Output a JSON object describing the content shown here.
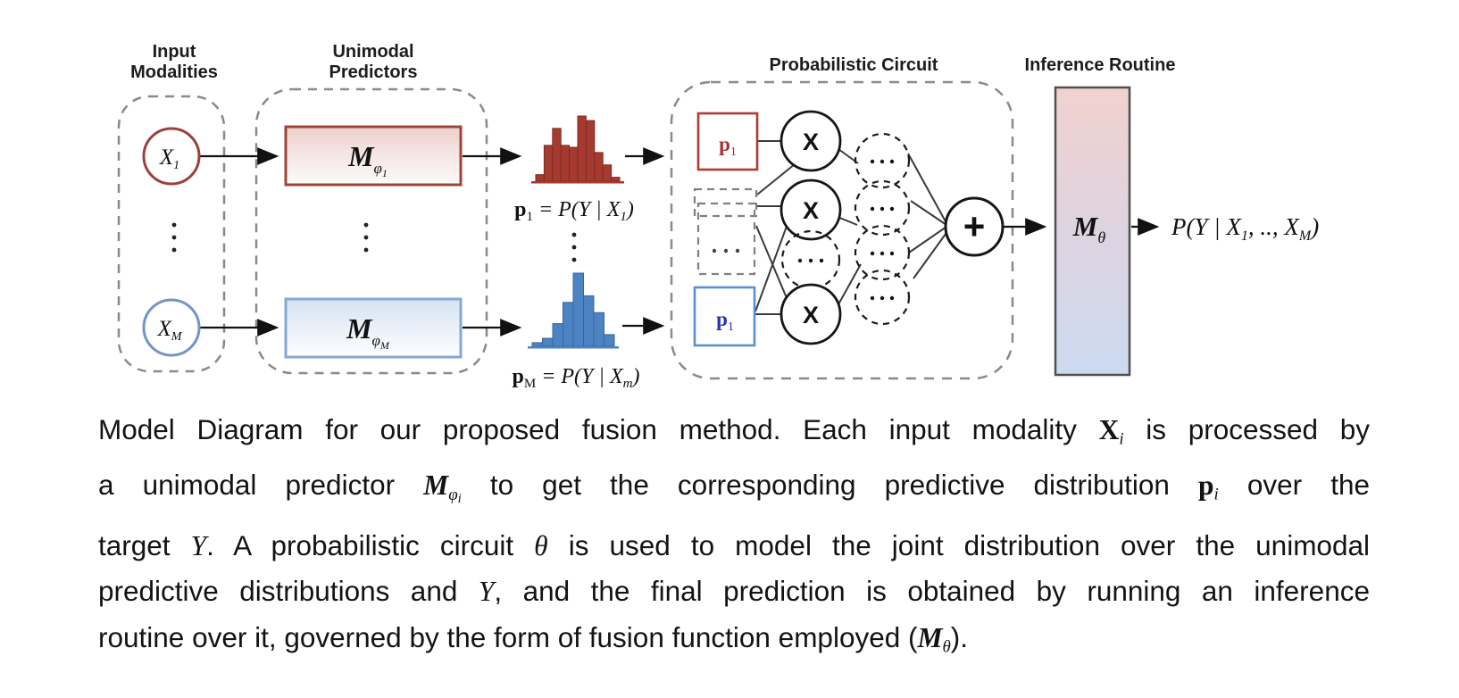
{
  "colors": {
    "red_accent": "#A03F35",
    "blue_accent": "#5A8FD0",
    "dashed_gray": "#8A8A8A"
  },
  "headers": {
    "input_modalities": [
      "Input",
      "Modalities"
    ],
    "unimodal_predictors": [
      "Unimodal",
      "Predictors"
    ],
    "probabilistic_circuit": "Probabilistic Circuit",
    "inference_routine": "Inference Routine"
  },
  "input_nodes": {
    "x1": {
      "main": "X",
      "sub": "1"
    },
    "dots": "⋮",
    "xm": {
      "main": "X",
      "sub": "M"
    }
  },
  "predictors": {
    "m1": {
      "main": "M",
      "sub": "φ",
      "subsub": "1"
    },
    "dots": "⋮",
    "mM": {
      "main": "M",
      "sub": "φ",
      "subsub": "M"
    }
  },
  "chart_data": [
    {
      "type": "bar",
      "name": "red-predictive-distribution",
      "values": [
        0.1,
        0.55,
        0.81,
        0.55,
        0.52,
        1.0,
        0.93,
        0.44,
        0.25,
        0.06
      ],
      "color": "#A53A30"
    },
    {
      "type": "bar",
      "name": "blue-predictive-distribution",
      "values": [
        0.05,
        0.11,
        0.31,
        0.6,
        1.0,
        0.69,
        0.46,
        0.16
      ],
      "color": "#4B83C3"
    }
  ],
  "histograms": {
    "red": {
      "color": "#A53A30",
      "stroke": "#7E2B22",
      "values": [
        0.1,
        0.55,
        0.81,
        0.55,
        0.52,
        1.0,
        0.93,
        0.44,
        0.25,
        0.06
      ]
    },
    "blue": {
      "color": "#4B83C3",
      "stroke": "#38669C",
      "values": [
        0.05,
        0.11,
        0.31,
        0.6,
        1.0,
        0.69,
        0.46,
        0.16
      ]
    },
    "red_label": {
      "p": "p",
      "psub": "1",
      "eq": " = P(Y | X",
      "xsub": "1",
      "close": ")"
    },
    "dots": "⋮",
    "blue_label": {
      "p": "p",
      "psub": "M",
      "eq": " = P(Y | X",
      "xsub": "m",
      "close": ")"
    }
  },
  "circuit": {
    "p_red": {
      "main": "p",
      "sub": "1"
    },
    "p_blue": {
      "main": "p",
      "sub": "1"
    },
    "product": "X",
    "sum": "+",
    "ellipsis": "···"
  },
  "inference": {
    "label": {
      "main": "M",
      "sub": "θ"
    }
  },
  "output": {
    "head": "P(Y | X",
    "sub1": "1",
    "mid": ", .., X",
    "sub2": "M",
    "close": ")"
  },
  "caption": {
    "lines": [
      [
        {
          "k": "t",
          "t": "Model Diagram for our proposed fusion method. Each input modality "
        },
        {
          "k": "b",
          "t": "X",
          "sub": "i"
        },
        {
          "k": "t",
          "t": " is processed by"
        }
      ],
      [
        {
          "k": "t",
          "t": "a unimodal predictor "
        },
        {
          "k": "m",
          "t": "M",
          "sub": "φ",
          "sub2": "i"
        },
        {
          "k": "t",
          "t": " to get the corresponding predictive distribution "
        },
        {
          "k": "b",
          "t": "p",
          "sub": "i"
        },
        {
          "k": "t",
          "t": " over the"
        }
      ],
      [
        {
          "k": "t",
          "t": "target "
        },
        {
          "k": "i",
          "t": "Y"
        },
        {
          "k": "t",
          "t": ". A probabilistic circuit "
        },
        {
          "k": "i",
          "t": "θ"
        },
        {
          "k": "t",
          "t": " is used to model the joint distribution over the unimodal"
        }
      ],
      [
        {
          "k": "t",
          "t": "predictive distributions and "
        },
        {
          "k": "i",
          "t": "Y"
        },
        {
          "k": "t",
          "t": ", and the final prediction is obtained by running an inference"
        }
      ],
      [
        {
          "k": "t",
          "t": "routine over it, governed by the form of fusion function employed ("
        },
        {
          "k": "m",
          "t": "M",
          "sub": "θ"
        },
        {
          "k": "t",
          "t": ")."
        }
      ]
    ]
  }
}
